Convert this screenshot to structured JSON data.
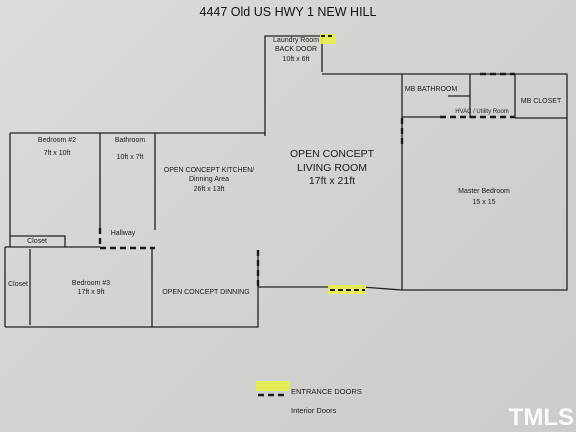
{
  "title": "4447 Old US HWY 1 NEW HILL",
  "rooms": {
    "laundry": {
      "name": "Laundry Room",
      "sub": "BACK DOOR",
      "dims": "10ft x 6ft"
    },
    "bedroom2": {
      "name": "Bedroom #2",
      "dims": "7ft x 10ft"
    },
    "bathroom": {
      "name": "Bathroom",
      "dims": "10ft x 7ft"
    },
    "kitchen": {
      "line1": "OPEN CONCEPT KITCHEN/",
      "line2": "Dinning Area",
      "dims": "26ft x 13ft"
    },
    "living": {
      "line1": "OPEN CONCEPT",
      "line2": "LIVING ROOM",
      "dims": "17ft x 21ft"
    },
    "mb_bathroom": {
      "name": "MB BATHROOM"
    },
    "hvac": {
      "name": "HVAC / Utility Room"
    },
    "mb_closet": {
      "name": "MB CLOSET"
    },
    "master": {
      "name": "Master Bedroom",
      "dims": "15 x 15"
    },
    "closet_top": {
      "name": "Closet"
    },
    "hallway": {
      "name": "Hallway"
    },
    "closet_left": {
      "name": "Closet"
    },
    "bedroom3": {
      "name": "Bedroom #3",
      "dims": "17ft x 9ft"
    },
    "dining": {
      "name": "OPEN CONCEPT DINNING"
    }
  },
  "legend": {
    "entrance": "ENTRANCE DOORS",
    "interior": "Interior Doors",
    "entrance_color": "#e6f04a"
  },
  "watermark": "TMLS"
}
